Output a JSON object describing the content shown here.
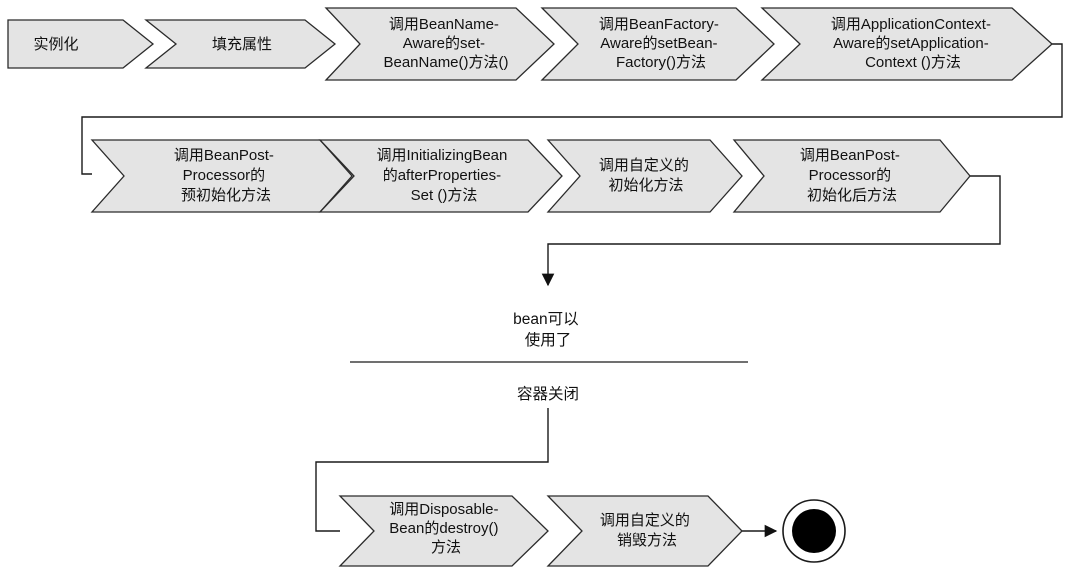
{
  "steps_row1": [
    [
      "实例化"
    ],
    [
      "填充属性"
    ],
    [
      "调用BeanName-",
      "Aware的set-",
      "BeanName()方法()"
    ],
    [
      "调用BeanFactory-",
      "Aware的setBean-",
      "Factory()方法"
    ],
    [
      "调用ApplicationContext-",
      "Aware的setApplication-",
      "Context ()方法"
    ]
  ],
  "steps_row2": [
    [
      "调用BeanPost-",
      "Processor的",
      "预初始化方法"
    ],
    [
      "调用InitializingBean",
      "的afterProperties-",
      "Set ()方法"
    ],
    [
      "调用自定义的",
      "初始化方法"
    ],
    [
      "调用BeanPost-",
      "Processor的",
      "初始化后方法"
    ]
  ],
  "usable": [
    "bean可以",
    "使用了"
  ],
  "container_close": "容器关闭",
  "steps_row3": [
    [
      "调用Disposable-",
      "Bean的destroy()",
      "方法"
    ],
    [
      "调用自定义的",
      "销毁方法"
    ]
  ],
  "colors": {
    "shape_fill": "#e4e4e4",
    "stroke": "#2b2b2b",
    "end_fill": "#000000"
  }
}
